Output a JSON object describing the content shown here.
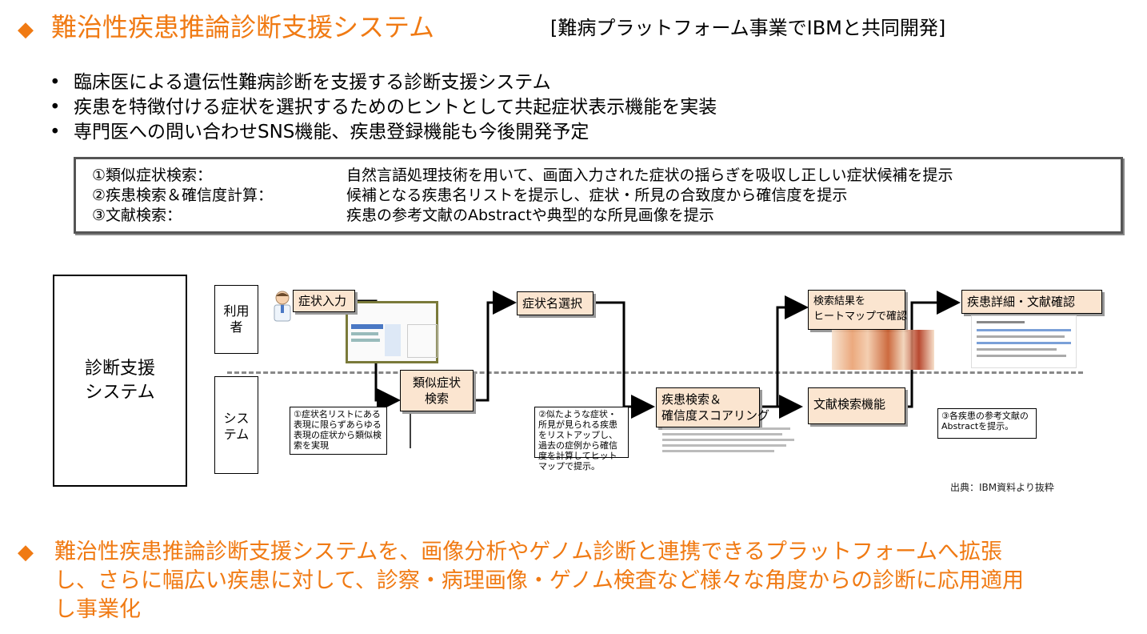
{
  "header": {
    "title_icon": "diamond-bullet",
    "title": "難治性疾患推論診断支援システム",
    "subtitle": "[難病プラットフォーム事業でIBMと共同開発]"
  },
  "bullets": [
    "臨床医による遺伝性難病診断を支援する診断支援システム",
    "疾患を特徴付ける症状を選択するためのヒントとして共起症状表示機能を実装",
    "専門医への問い合わせSNS機能、疾患登録機能も今後開発予定"
  ],
  "features": [
    {
      "label": "①類似症状検索：",
      "desc": "自然言語処理技術を用いて、画面入力された症状の揺らぎを吸収し正しい症状候補を提示"
    },
    {
      "label": "②疾患検索＆確信度計算：",
      "desc": "候補となる疾患名リストを提示し、症状・所見の合致度から確信度を提示"
    },
    {
      "label": "③文献検索：",
      "desc": "疾患の参考文献のAbstractや典型的な所見画像を提示"
    }
  ],
  "diagram": {
    "system_label_1": "診断支援",
    "system_label_2": "システム",
    "lane_user_1": "利用",
    "lane_user_2": "者",
    "lane_system_1": "シス",
    "lane_system_2": "テム",
    "nodes": {
      "symptom_input": "症状入力",
      "similar_symptom_1": "類似症状",
      "similar_symptom_2": "検索",
      "symptom_select": "症状名選択",
      "disease_search_1": "疾患検索＆",
      "disease_search_2": "確信度スコアリング",
      "result_heatmap_1": "検索結果を",
      "result_heatmap_2": "ヒートマップで確認",
      "literature_search": "文献検索機能",
      "disease_detail": "疾患詳細・文献確認"
    },
    "callouts": {
      "c1": "①症状名リストにある表現に限らずあらゆる表現の症状から類似検索を実現",
      "c2": "②似たような症状・所見が見られる疾患をリストアップし、過去の症例から確信度を計算してヒットマップで提示。",
      "c3": "③各疾患の参考文献のAbstractを提示。"
    },
    "source": "出典：IBM資料より抜粋"
  },
  "bottom": {
    "line1": "難治性疾患推論診断支援システムを、画像分析やゲノム診断と連携できるプラットフォームへ拡張",
    "line2": "し、さらに幅広い疾患に対して、診察・病理画像・ゲノム検査など様々な角度からの診断に応用適用",
    "line3": "し事業化"
  },
  "colors": {
    "accent": "#f07a13",
    "node_fill": "#fbe5d0",
    "border": "#555555"
  }
}
